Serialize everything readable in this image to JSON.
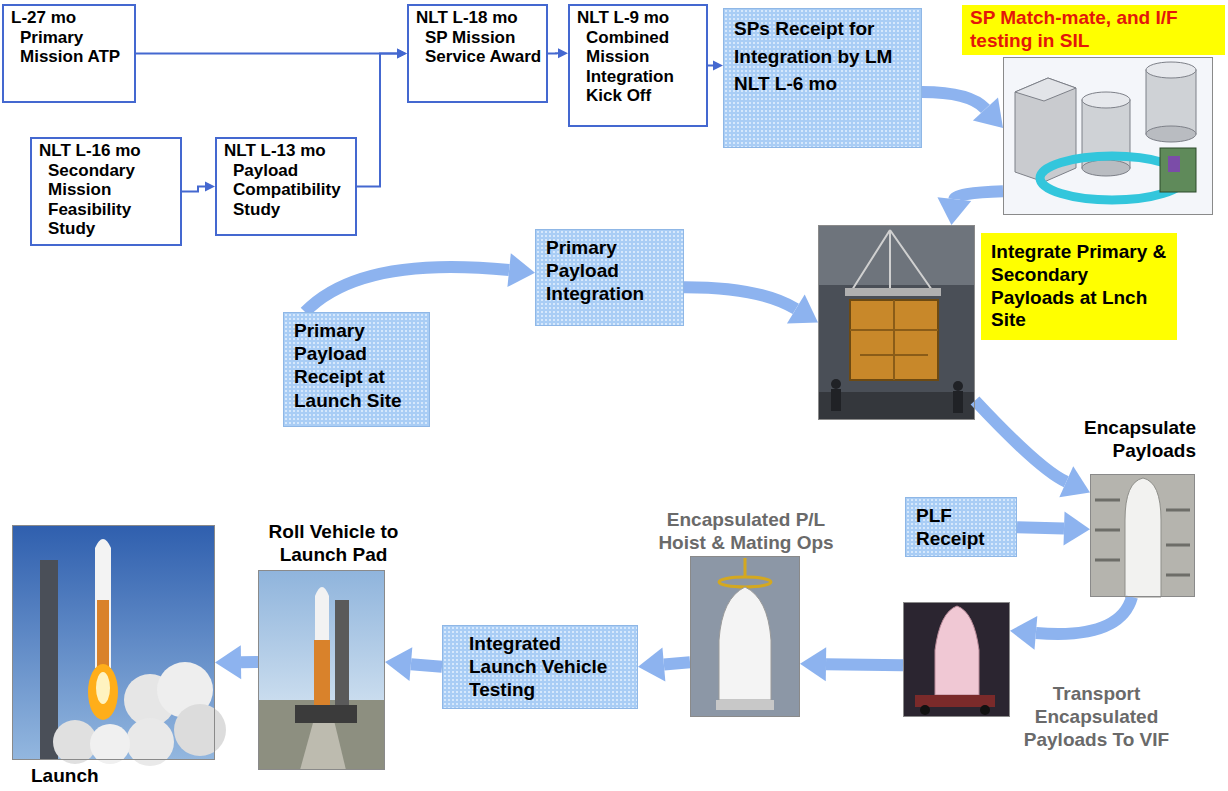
{
  "diagram": {
    "nodes": [
      {
        "text": [
          "L-27 mo Primary Mission ATP"
        ]
      },
      {
        "text": [
          "NLT L-16 mo Secondary Mission Feasibility Study"
        ]
      },
      {
        "text": [
          "NLT L-13 mo Payload Compatibility Study"
        ]
      },
      {
        "text": [
          "NLT L-18 mo SP Mission Service Award"
        ]
      },
      {
        "text": [
          "NLT L-9 mo Combined Mission Integration Kick Off"
        ]
      },
      {
        "text": [
          "SPs Receipt for Integration by LM NLT L-6 mo"
        ]
      },
      {
        "text": [
          "SP Match-mate, and I/F testing in SIL"
        ]
      },
      {
        "text": [
          "Primary Payload Receipt at Launch Site"
        ]
      },
      {
        "text": [
          "Primary Payload Integration"
        ]
      },
      {
        "text": [
          "Integrate Primary & Secondary Payloads at Lnch Site"
        ]
      },
      {
        "text": [
          "Encapsulate Payloads"
        ]
      },
      {
        "text": [
          "PLF Receipt"
        ]
      },
      {
        "text": [
          "Transport Encapsulated Payloads To VIF"
        ]
      },
      {
        "text": [
          "Encapsulated P/L Hoist & Mating Ops"
        ]
      },
      {
        "text": [
          "Integrated Launch Vehicle Testing"
        ]
      },
      {
        "text": [
          "Roll Vehicle to Launch Pad"
        ]
      },
      {
        "text": [
          "Launch"
        ]
      }
    ],
    "edges": [
      {
        "from": 0,
        "to": 3,
        "arrow": "to"
      },
      {
        "from": 1,
        "to": 2,
        "arrow": "to"
      },
      {
        "from": 2,
        "to": 3,
        "arrow": "to"
      },
      {
        "from": 3,
        "to": 4,
        "arrow": "to"
      },
      {
        "from": 4,
        "to": 5,
        "arrow": "to"
      },
      {
        "from": 5,
        "to": 6,
        "arrow": "to"
      },
      {
        "from": 6,
        "to": 9,
        "arrow": "to"
      },
      {
        "from": 7,
        "to": 8,
        "arrow": "to"
      },
      {
        "from": 8,
        "to": 9,
        "arrow": "to"
      },
      {
        "from": 9,
        "to": 10,
        "arrow": "to"
      },
      {
        "from": 11,
        "to": 10,
        "arrow": "to"
      },
      {
        "from": 10,
        "to": 12,
        "arrow": "to"
      },
      {
        "from": 12,
        "to": 13,
        "arrow": "to"
      },
      {
        "from": 13,
        "to": 14,
        "arrow": "to"
      },
      {
        "from": 14,
        "to": 15,
        "arrow": "to"
      },
      {
        "from": 15,
        "to": 16,
        "arrow": "to"
      }
    ]
  }
}
